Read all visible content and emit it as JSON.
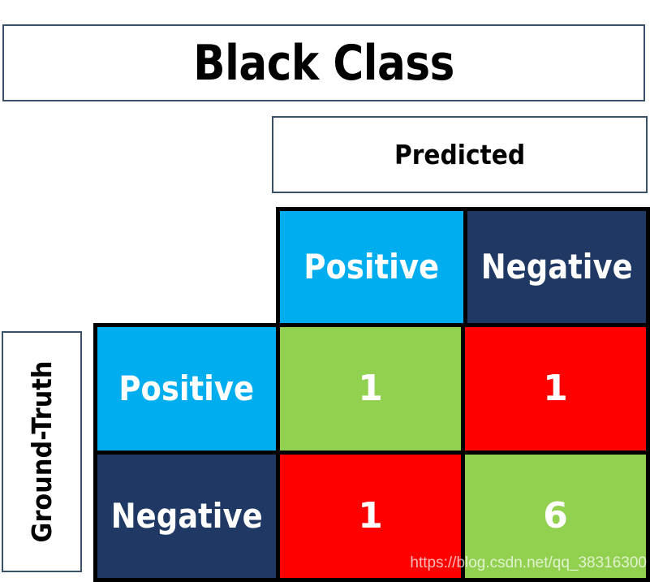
{
  "title": {
    "text": "Black Class"
  },
  "axes": {
    "predicted_label": "Predicted",
    "ground_truth_label": "Ground-Truth"
  },
  "colors": {
    "positive": "#00adef",
    "negative": "#1f3864",
    "correct": "#92d050",
    "incorrect": "#ff0000",
    "frame": "#3a5068",
    "grid": "#000000",
    "text_on_fill": "#ffffff"
  },
  "column_headers": [
    {
      "label": "Positive",
      "color": "#00adef"
    },
    {
      "label": "Negative",
      "color": "#1f3864"
    }
  ],
  "row_headers": [
    {
      "label": "Positive",
      "color": "#00adef"
    },
    {
      "label": "Negative",
      "color": "#1f3864"
    }
  ],
  "cells": [
    [
      {
        "value": "1",
        "kind": "true-positive",
        "color": "#92d050"
      },
      {
        "value": "1",
        "kind": "false-negative",
        "color": "#ff0000"
      }
    ],
    [
      {
        "value": "1",
        "kind": "false-positive",
        "color": "#ff0000"
      },
      {
        "value": "6",
        "kind": "true-negative",
        "color": "#92d050"
      }
    ]
  ],
  "watermark": {
    "text": "https://blog.csdn.net/qq_38316300"
  },
  "chart_data": {
    "type": "heatmap",
    "title": "Black Class",
    "xlabel": "Predicted",
    "ylabel": "Ground-Truth",
    "categories": [
      "Positive",
      "Negative"
    ],
    "x_tick_labels": [
      "Positive",
      "Negative"
    ],
    "y_tick_labels": [
      "Positive",
      "Negative"
    ],
    "values": [
      [
        1,
        1
      ],
      [
        1,
        6
      ]
    ],
    "cell_labels": [
      [
        "1",
        "1"
      ],
      [
        "1",
        "6"
      ]
    ],
    "cell_roles": [
      [
        "true-positive",
        "false-negative"
      ],
      [
        "false-positive",
        "true-negative"
      ]
    ],
    "cell_colors": [
      [
        "#92d050",
        "#ff0000"
      ],
      [
        "#ff0000",
        "#92d050"
      ]
    ],
    "grid": true,
    "legend": "none",
    "annotations": [
      "https://blog.csdn.net/qq_38316300"
    ]
  }
}
